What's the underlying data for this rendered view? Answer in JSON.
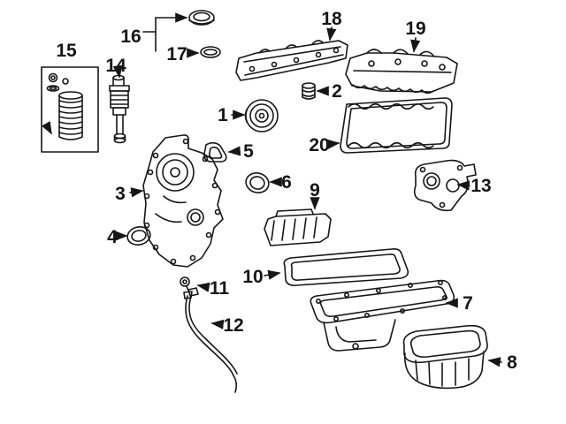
{
  "page": {
    "background": "#ffffff",
    "ink": "#161616"
  },
  "diagram": {
    "type": "exploded-parts-diagram",
    "description": "Engine component exploded parts diagram with numbered callouts",
    "callouts": [
      "1",
      "2",
      "3",
      "4",
      "5",
      "6",
      "7",
      "8",
      "9",
      "10",
      "11",
      "12",
      "13",
      "14",
      "15",
      "16",
      "17",
      "18",
      "19",
      "20"
    ]
  }
}
